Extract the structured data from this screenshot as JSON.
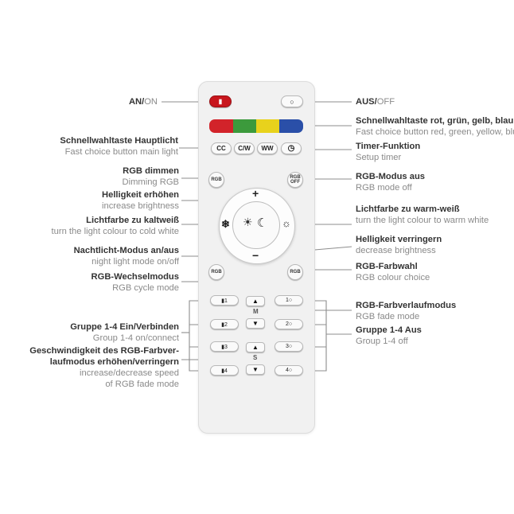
{
  "labels": {
    "on": {
      "de": "AN/",
      "en": "ON"
    },
    "off": {
      "de": "AUS/",
      "en": "OFF"
    },
    "color_quick": {
      "de": "Schnellwahltaste rot, grün, gelb, blau",
      "en": "Fast choice button red, green, yellow, blue"
    },
    "main_quick": {
      "de": "Schnellwahltaste Hauptlicht",
      "en": "Fast choice button main light"
    },
    "timer": {
      "de": "Timer-Funktion",
      "en": "Setup timer"
    },
    "rgb_dim": {
      "de": "RGB dimmen",
      "en": "Dimming RGB"
    },
    "rgb_off": {
      "de": "RGB-Modus aus",
      "en": "RGB mode off"
    },
    "bright_up": {
      "de": "Helligkeit erhöhen",
      "en": "increase brightness"
    },
    "warm": {
      "de": "Lichtfarbe zu warm-weiß",
      "en": "turn the light colour to warm white"
    },
    "cold": {
      "de": "Lichtfarbe zu kaltweiß",
      "en": "turn the light colour to cold white"
    },
    "bright_down": {
      "de": "Helligkeit verringern",
      "en": "decrease brightness"
    },
    "night": {
      "de": "Nachtlicht-Modus an/aus",
      "en": "night light mode on/off"
    },
    "rgb_color": {
      "de": "RGB-Farbwahl",
      "en": "RGB colour choice"
    },
    "rgb_cycle": {
      "de": "RGB-Wechselmodus",
      "en": "RGB cycle mode"
    },
    "rgb_fade": {
      "de": "RGB-Farbverlaufmodus",
      "en": "RGB fade mode"
    },
    "group_off": {
      "de": "Gruppe 1-4 Aus",
      "en": "Group 1-4 off"
    },
    "group_on": {
      "de": "Gruppe 1-4 Ein/Verbinden",
      "en": "Group 1-4 on/connect"
    },
    "speed": {
      "de1": "Geschwindigkeit des RGB-Farbver-",
      "de2": "laufmodus erhöhen/verringern",
      "en1": "increase/decrease speed",
      "en2": "of RGB fade mode"
    }
  },
  "remote": {
    "buttons": {
      "cc": "CC",
      "cw": "C/W",
      "ww": "WW",
      "rgb_dim": "RGB",
      "rgb_off": "RGB OFF",
      "rgb_cycle": "RGB",
      "rgb_color": "RGB",
      "plus": "+",
      "minus": "−",
      "m": "M",
      "s": "S",
      "group_left": [
        "▮1",
        "▮2",
        "▮3",
        "▮4"
      ],
      "group_right": [
        "1○",
        "2○",
        "3○",
        "4○"
      ]
    },
    "colors": {
      "power_on": "#c8161d",
      "red": "#d2232a",
      "green": "#3c9a3c",
      "yellow": "#e8d21c",
      "blue": "#2a4fa8"
    }
  }
}
